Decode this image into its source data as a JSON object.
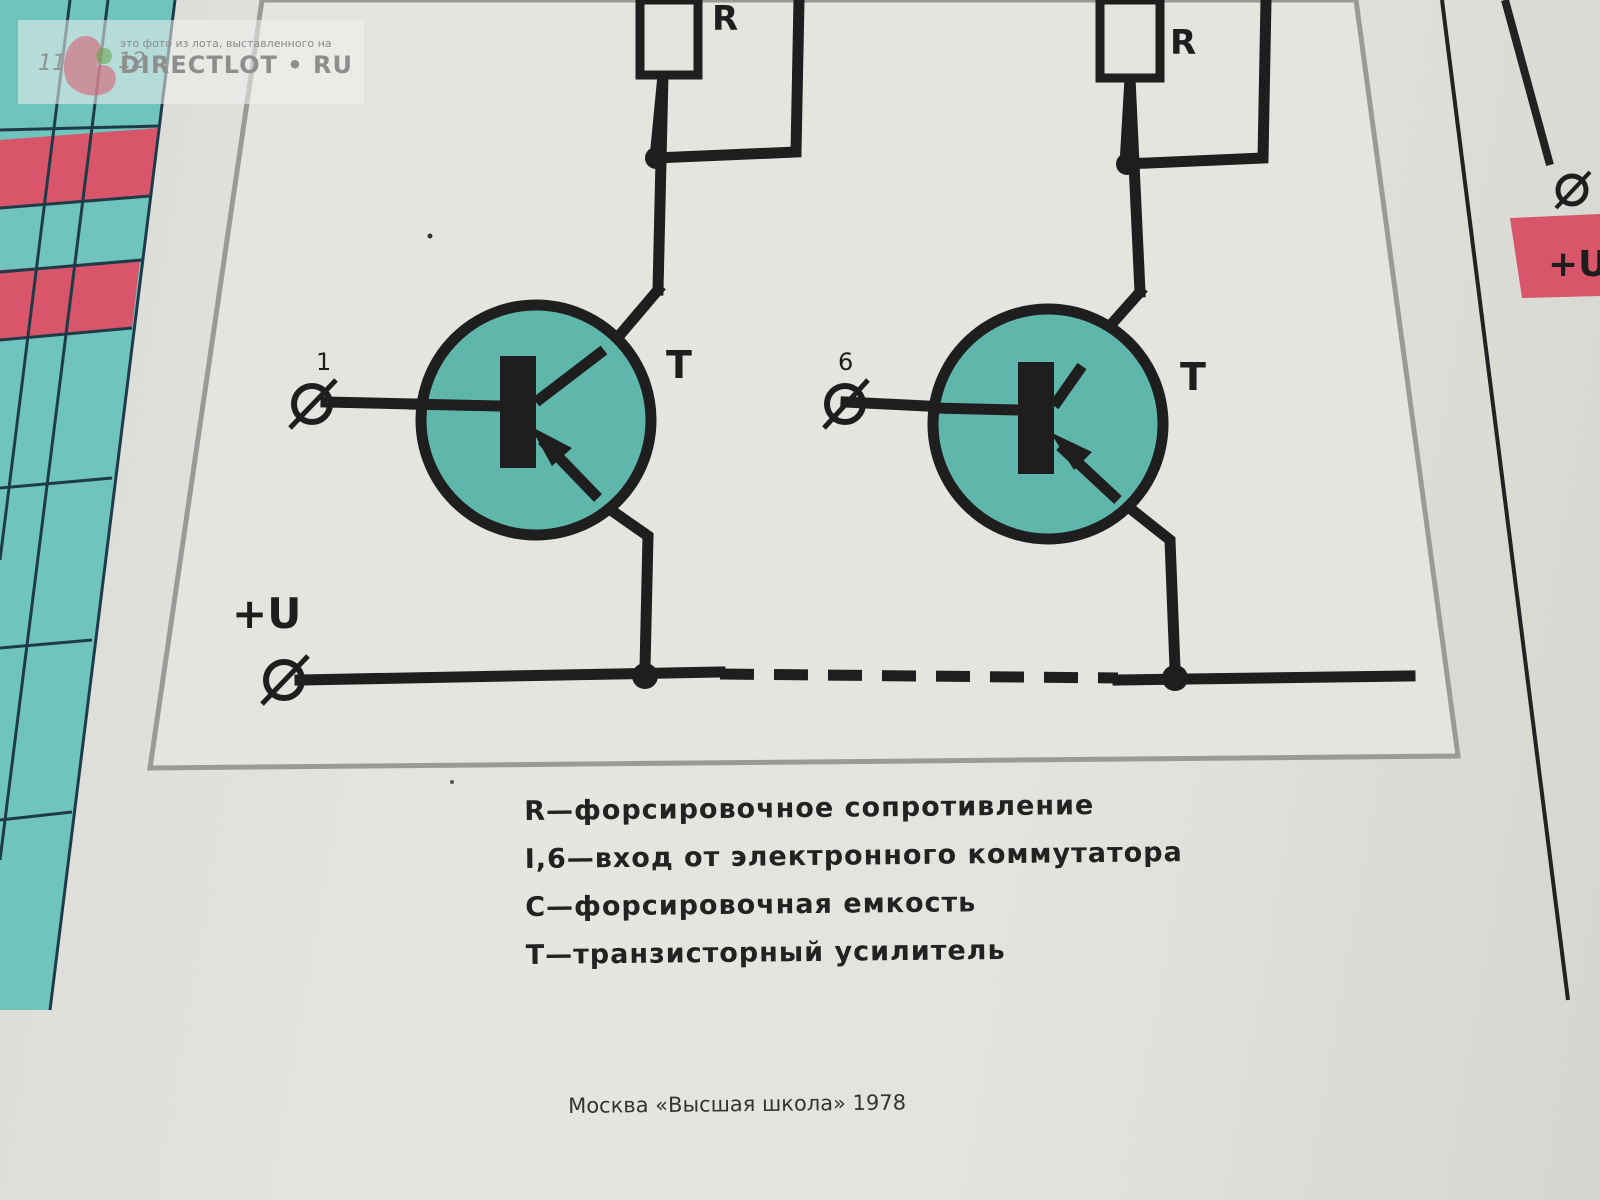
{
  "watermark": {
    "small_text": "это фото из лота, выставленного на",
    "brand": "DIRECTLOT • RU"
  },
  "left_table": {
    "col_labels": [
      "11",
      "12"
    ]
  },
  "circuit": {
    "resistor_label": "R",
    "transistor_label": "T",
    "input_labels": [
      "1",
      "6"
    ],
    "supply_label": "+U",
    "terminal_symbol": "Ø"
  },
  "right_panel": {
    "supply_label": "+U"
  },
  "legend": [
    "R—форсировочное  сопротивление",
    "I,6—вход  от  электронного  коммутатора",
    "C—форсировочная  емкость",
    "T—транзисторный  усилитель"
  ],
  "footer": "Москва «Высшая школа» 1978",
  "colors": {
    "transistor_fill": "#5fb7ac",
    "table_cyan": "#6fc4be",
    "table_red": "#d9566a",
    "ink": "#1e1e1e"
  }
}
